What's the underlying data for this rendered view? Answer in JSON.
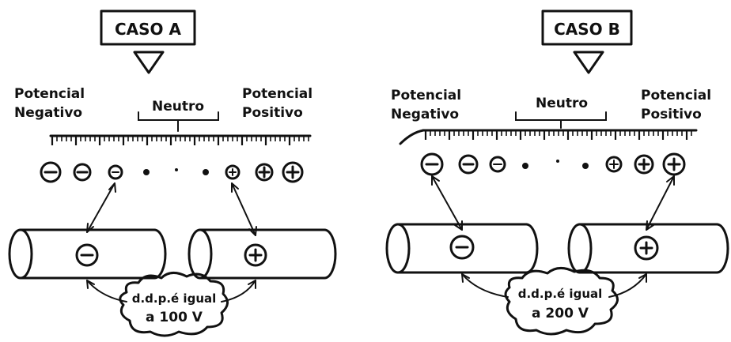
{
  "panels": [
    {
      "case_label": "CASO A",
      "left_label_1": "Potencial",
      "left_label_2": "Negativo",
      "center_label": "Neutro",
      "right_label_1": "Potencial",
      "right_label_2": "Positivo",
      "minus_sign": "−",
      "plus_sign": "+",
      "ddp_line1": "d.d.p.é igual",
      "ddp_line2": "a 100 V"
    },
    {
      "case_label": "CASO B",
      "left_label_1": "Potencial",
      "left_label_2": "Negativo",
      "center_label": "Neutro",
      "right_label_1": "Potencial",
      "right_label_2": "Positivo",
      "minus_sign": "−",
      "plus_sign": "+",
      "ddp_line1": "d.d.p.é igual",
      "ddp_line2": "a 200 V"
    }
  ]
}
